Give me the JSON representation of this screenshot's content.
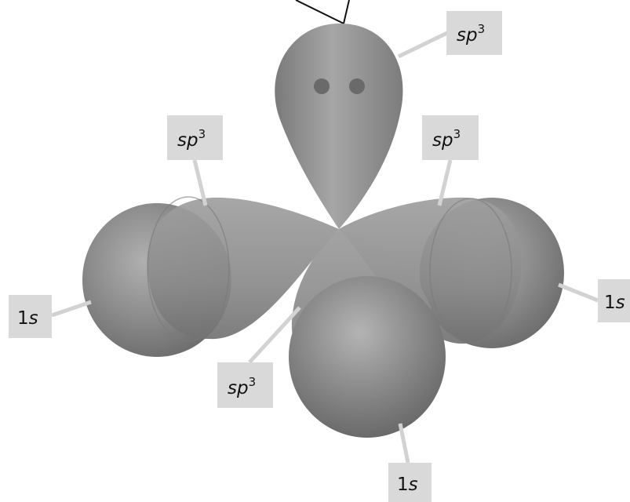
{
  "labels": {
    "sp3_top": {
      "base": "sp",
      "sup": "3"
    },
    "sp3_upper_left": {
      "base": "sp",
      "sup": "3"
    },
    "sp3_upper_right": {
      "base": "sp",
      "sup": "3"
    },
    "sp3_lower": {
      "base": "sp",
      "sup": "3"
    },
    "s_left": {
      "num": "1",
      "letter": "s"
    },
    "s_right": {
      "num": "1",
      "letter": "s"
    },
    "s_bottom": {
      "num": "1",
      "letter": "s"
    }
  },
  "lone_pair": {
    "electron_count": 2
  },
  "colors": {
    "orbital_fill": "#8c8c8c",
    "orbital_dark": "#6f6f6f",
    "orbital_light": "#b4b4b4",
    "label_background": "#d9d9d9",
    "leader_line": "#d2d2d2",
    "electron_dot": "#6a6a6a"
  }
}
